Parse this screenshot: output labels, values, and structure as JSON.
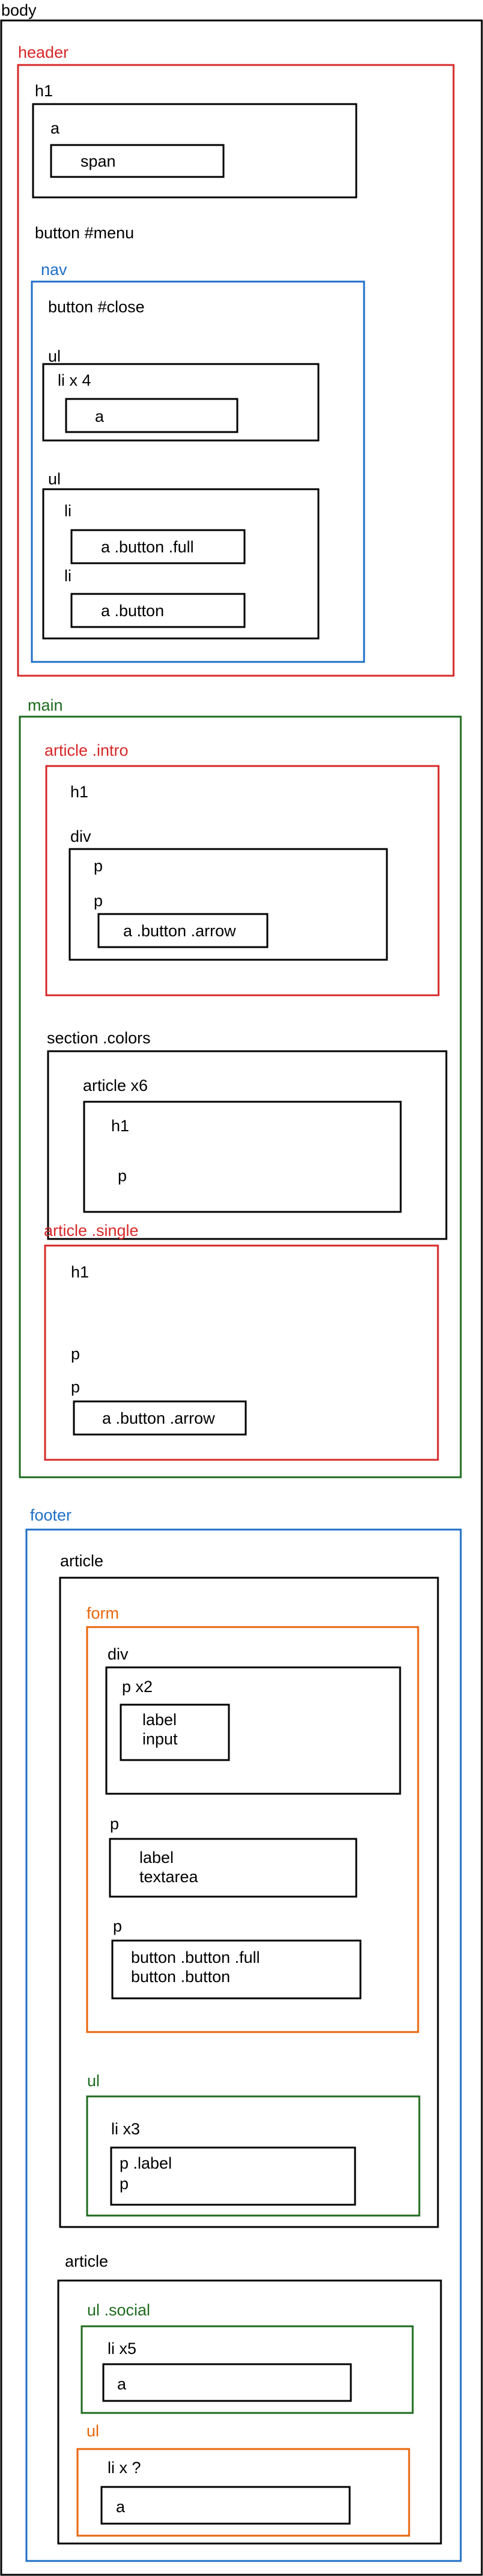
{
  "colors": {
    "black": "#000000",
    "red": "#d62828",
    "blue": "#1f6fc7",
    "green": "#1e6b1e",
    "orange": "#e8660c"
  },
  "labels": {
    "body": "body",
    "header": "header",
    "header_h1": "h1",
    "header_a": "a",
    "header_span": "span",
    "menu_button": "button #menu",
    "nav": "nav",
    "close_button": "button #close",
    "nav_ul_1": "ul",
    "nav_li_x4": "li x 4",
    "nav_li_a": "a",
    "nav_ul_2": "ul",
    "nav_li_1": "li",
    "nav_a_button_full": "a .button .full",
    "nav_li_2": "li",
    "nav_a_button": "a .button",
    "main": "main",
    "intro_article": "article .intro",
    "intro_h1": "h1",
    "intro_div": "div",
    "intro_p_1": "p",
    "intro_p_2": "p",
    "intro_a_arrow": "a .button .arrow",
    "colors_section": "section .colors",
    "colors_article": "article  x6",
    "colors_h1": "h1",
    "colors_p": "p",
    "single_article": "article .single",
    "single_h1": "h1",
    "single_p_1": "p",
    "single_p_2": "p",
    "single_a_arrow": "a .button .arrow",
    "footer": "footer",
    "footer_article_1": "article",
    "form": "form",
    "form_div": "div",
    "form_p_x2": "p   x2",
    "form_label_1": "label",
    "form_input": "input",
    "form_p_2": "p",
    "form_label_2": "label",
    "form_textarea": "textarea",
    "form_p_3": "p",
    "form_button_full": "button .button .full",
    "form_button": "button .button",
    "footer_ul": "ul",
    "footer_li_x3": "li   x3",
    "footer_p_label": "p .label",
    "footer_p": "p",
    "footer_article_2": "article",
    "social_ul": "ul .social",
    "social_li_x5": "li   x5",
    "social_a": "a",
    "last_ul": "ul",
    "last_li": "li   x ?",
    "last_a": "a"
  }
}
